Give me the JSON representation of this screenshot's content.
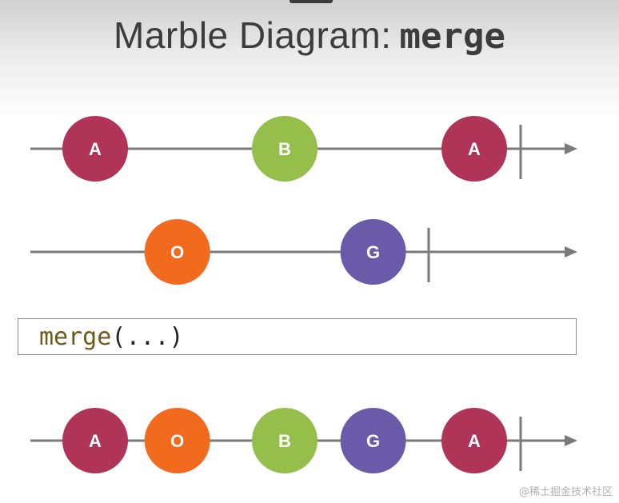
{
  "title": {
    "text": "Marble Diagram:",
    "code": "merge"
  },
  "operator": {
    "name": "merge",
    "args": "(...)"
  },
  "watermark": "@稀土掘金技术社区",
  "colors": {
    "line": "#7a7a7a",
    "A": "#b03358",
    "B": "#96be4a",
    "O": "#f26a1e",
    "G": "#6a5aaa",
    "marble_text": "#ffffff"
  },
  "streams": [
    {
      "id": "input-1",
      "marbles": [
        {
          "label": "A",
          "t": 0
        },
        {
          "label": "B",
          "t": 3
        },
        {
          "label": "A",
          "t": 6
        }
      ],
      "completed": true
    },
    {
      "id": "input-2",
      "marbles": [
        {
          "label": "O",
          "t": 1.3
        },
        {
          "label": "G",
          "t": 4.4
        }
      ],
      "completed": true
    },
    {
      "id": "output",
      "marbles": [
        {
          "label": "A",
          "t": 0
        },
        {
          "label": "O",
          "t": 1.3
        },
        {
          "label": "B",
          "t": 3
        },
        {
          "label": "G",
          "t": 4.4
        },
        {
          "label": "A",
          "t": 6
        }
      ],
      "completed": true
    }
  ]
}
